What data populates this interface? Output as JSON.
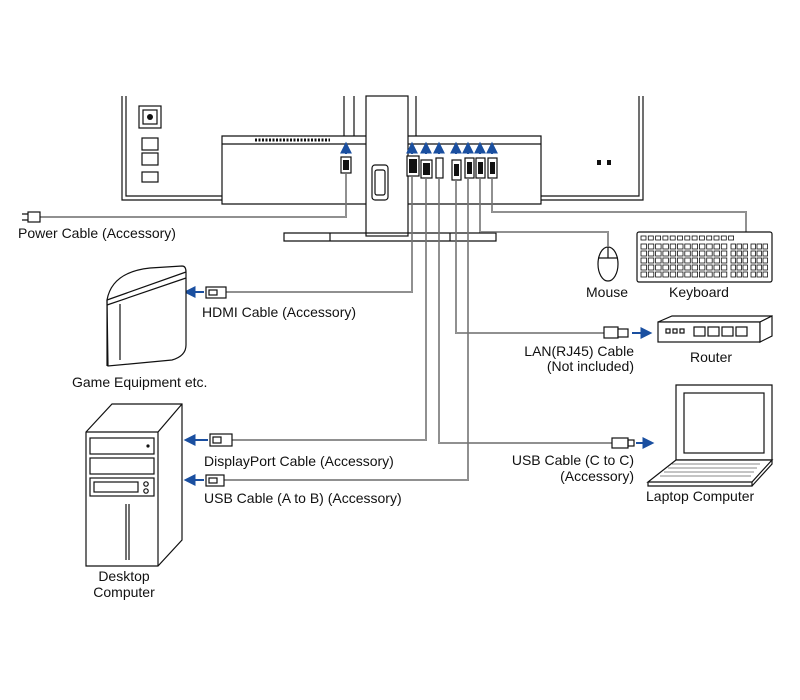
{
  "colors": {
    "arrow": "#1a4fa0",
    "line": "#111111"
  },
  "devices": {
    "game": "Game Equipment etc.",
    "desktop_line1": "Desktop",
    "desktop_line2": "Computer",
    "mouse": "Mouse",
    "keyboard": "Keyboard",
    "router": "Router",
    "laptop": "Laptop Computer"
  },
  "cables": {
    "power": "Power Cable (Accessory)",
    "hdmi": "HDMI Cable (Accessory)",
    "lan_line1": "LAN(RJ45) Cable",
    "lan_line2": "(Not included)",
    "displayport": "DisplayPort Cable (Accessory)",
    "usb_c_line1": "USB Cable (C to C)",
    "usb_c_line2": "(Accessory)",
    "usb_ab": "USB Cable (A to B) (Accessory)"
  },
  "icons": [
    "monitor-back-icon",
    "desktop-computer-icon",
    "game-console-icon",
    "laptop-icon",
    "router-icon",
    "keyboard-icon",
    "mouse-icon",
    "connector-plug-icon",
    "signal-arrow-icon"
  ]
}
